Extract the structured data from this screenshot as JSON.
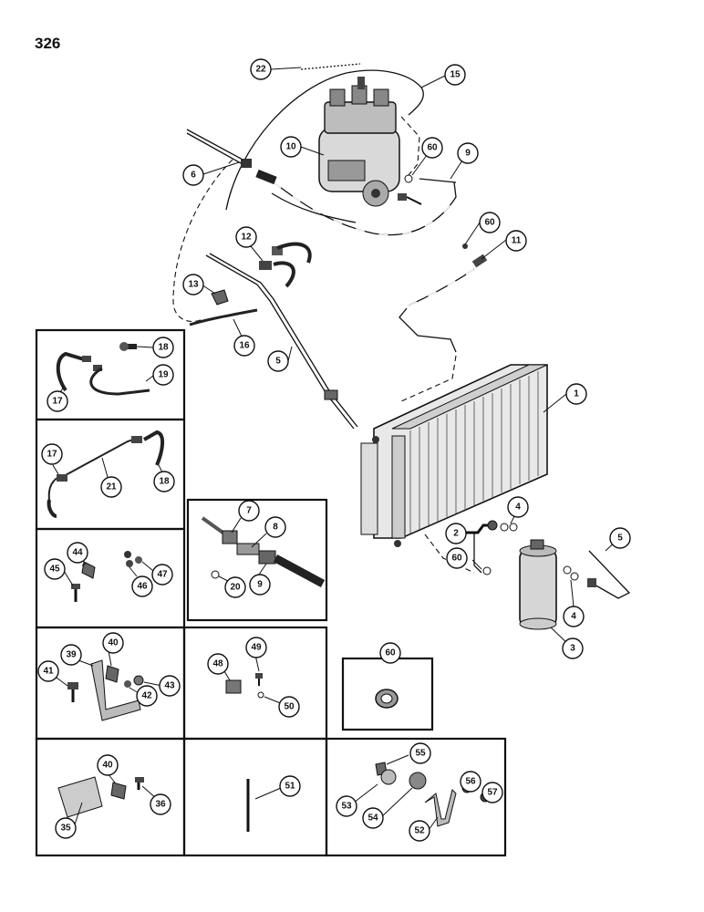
{
  "page_number": "326",
  "callouts": {
    "c1": "1",
    "c2": "2",
    "c3": "3",
    "c4a": "4",
    "c4b": "4",
    "c5a": "5",
    "c5b": "5",
    "c6": "6",
    "c7": "7",
    "c8": "8",
    "c9a": "9",
    "c9b": "9",
    "c10": "10",
    "c11": "11",
    "c12": "12",
    "c13": "13",
    "c15": "15",
    "c16": "16",
    "c17a": "17",
    "c17b": "17",
    "c18a": "18",
    "c18b": "18",
    "c19": "19",
    "c20": "20",
    "c21": "21",
    "c22": "22",
    "c35": "35",
    "c36": "36",
    "c39": "39",
    "c40a": "40",
    "c40b": "40",
    "c41": "41",
    "c42": "42",
    "c43": "43",
    "c44": "44",
    "c45": "45",
    "c46": "46",
    "c47": "47",
    "c48": "48",
    "c49": "49",
    "c50": "50",
    "c51": "51",
    "c52": "52",
    "c53": "53",
    "c54": "54",
    "c55": "55",
    "c56": "56",
    "c57": "57",
    "c60a": "60",
    "c60b": "60",
    "c60c": "60",
    "c60d": "60"
  }
}
